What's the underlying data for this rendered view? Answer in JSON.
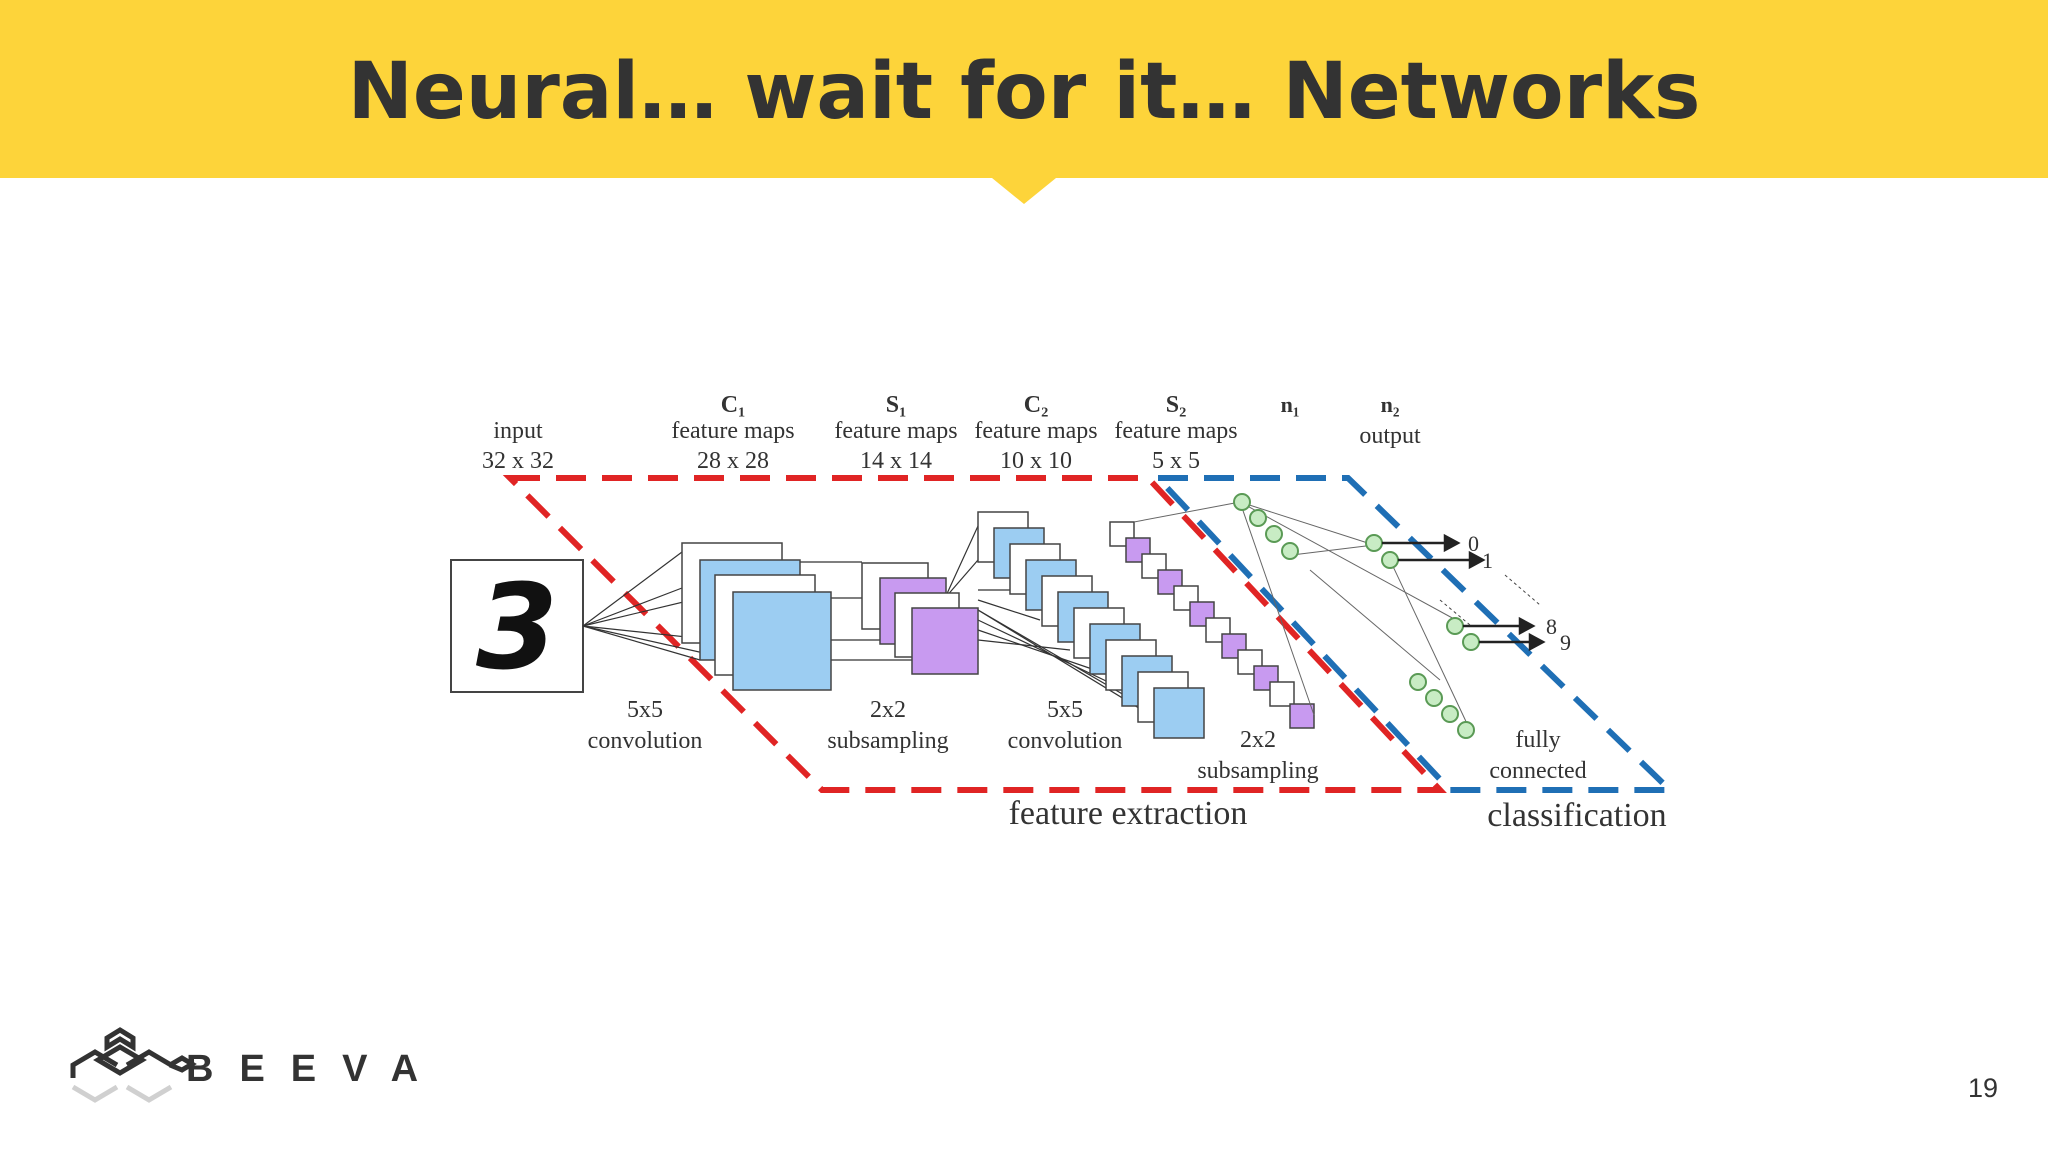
{
  "slide": {
    "title": "Neural… wait for it… Networks",
    "page_number": "19",
    "colors": {
      "header": "#fdd43a",
      "title_text": "#333333"
    }
  },
  "diagram": {
    "input_label": "input",
    "input_size": "32 x 32",
    "input_digit": "3",
    "c1_name": "C₁",
    "c1_desc": "feature maps",
    "c1_size": "28 x 28",
    "s1_name": "S₁",
    "s1_desc": "feature maps",
    "s1_size": "14 x 14",
    "c2_name": "C₂",
    "c2_desc": "feature maps",
    "c2_size": "10 x 10",
    "s2_name": "S₂",
    "s2_desc": "feature maps",
    "s2_size": "5 x 5",
    "n1_name": "n₁",
    "n2_name": "n₂",
    "n2_desc": "output",
    "op1_top": "5x5",
    "op1_bottom": "convolution",
    "op2_top": "2x2",
    "op2_bottom": "subsampling",
    "op3_top": "5x5",
    "op3_bottom": "convolution",
    "op4_top": "2x2",
    "op4_bottom": "subsampling",
    "op5_top": "fully",
    "op5_bottom": "connected",
    "out_0": "0",
    "out_1": "1",
    "out_8": "8",
    "out_9": "9",
    "section_feature": "feature extraction",
    "section_classification": "classification",
    "colors": {
      "feature_border": "#e02424",
      "classification_border": "#1f6fb5",
      "map_blue": "#9ccdf2",
      "map_purple": "#c89af0",
      "neuron": "#c8ecc4"
    }
  },
  "logo": {
    "text": "BEEVA"
  }
}
